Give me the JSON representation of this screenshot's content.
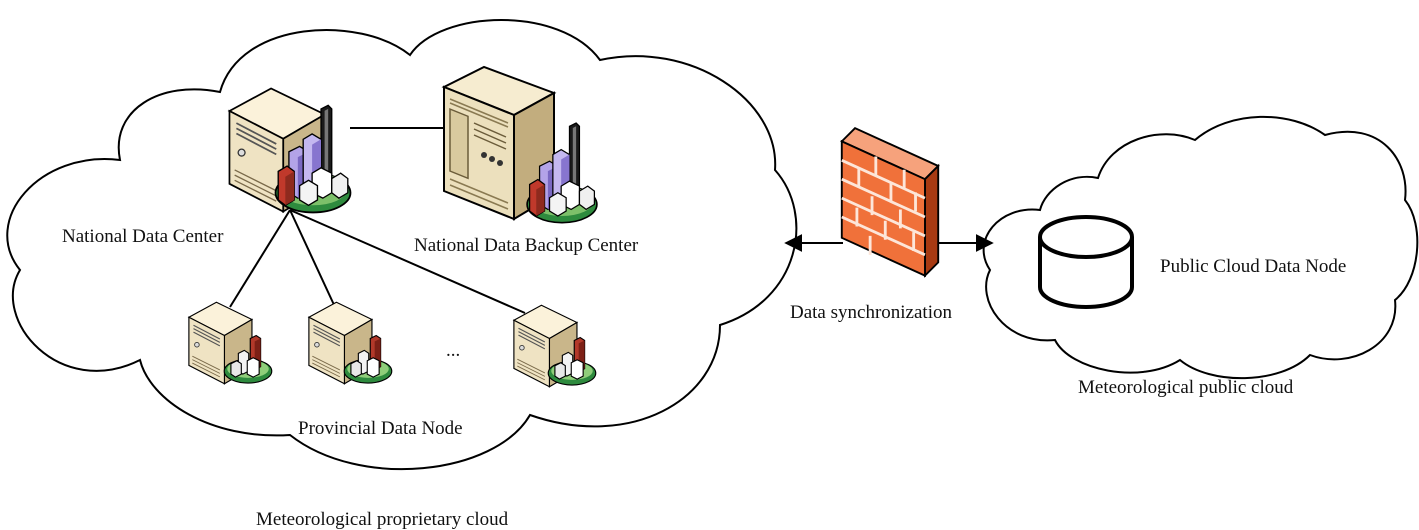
{
  "labels": {
    "national_data_center": "National Data Center",
    "national_backup_center": "National Data Backup Center",
    "provincial_node": "Provincial Data Node",
    "ellipsis": "...",
    "data_sync": "Data synchronization",
    "public_cloud_node": "Public Cloud Data Node",
    "proprietary_cloud": "Meteorological proprietary cloud",
    "public_cloud": "Meteorological public cloud"
  },
  "icons": {
    "server": "server-icon",
    "building_cluster": "building-cluster-icon",
    "backup_server": "server-cabinet-icon",
    "firewall": "firewall-icon",
    "database": "database-icon"
  },
  "colors": {
    "server_body": "#efe3c3",
    "firewall": "#f0713a",
    "ground": "#2e8b3e"
  }
}
